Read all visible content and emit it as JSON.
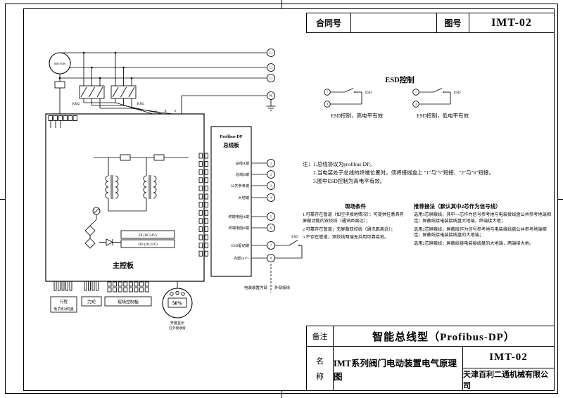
{
  "top_bar": {
    "contract_label": "合同号",
    "contract_value": "",
    "drawing_no_label": "图号",
    "drawing_no_value": "IMT-02"
  },
  "esd_section": {
    "title": "ESD控制",
    "left": {
      "esd_label": "ESD",
      "terminal_top": "7",
      "terminal_bottom": "8",
      "caption": "ESD控制，高电平有效"
    },
    "right": {
      "esd_label": "ESD",
      "terminal_top": "7",
      "terminal_bottom": "3",
      "caption": "ESD控制，低电平有效"
    }
  },
  "notes": {
    "prefix": "注：",
    "items": [
      "1.总线协议为profibus-DP。",
      "2.当电装处于总线的终端位置时，须将接线盒上 \"1\"与\"5\"短接、\"2\"与\"6\"短接。",
      "3.图中ESD控制为高电平有效。"
    ]
  },
  "conditions": {
    "left_title": "现场条件",
    "right_title": "推荐接法（默认其中2芯作为信号线）",
    "left_items": [
      "1.可靠存在管道（如空中接地情况）；可提供任意具有屏蔽功能的双绞线（通讯距离远）；",
      "2.可靠存在管道；无屏蔽双绞线（通讯距离近）；",
      "3.不存在管道；双绞线两端无共用可靠接地。"
    ],
    "right_items": [
      "选用3芯屏蔽线，其中一芯作为信号参考地与电装接线盘公共参考地端相连；屏蔽线接电装接线盘大地端，终端接大地；",
      "选用2芯屏蔽线，屏蔽层作为信号参考地与电装接线盘公共参考地端相连；屏蔽线接电装接线盘的大地端；",
      "选用2芯屏蔽线；屏蔽线接电装接线盘的大地端，两端接大地。"
    ]
  },
  "title_block": {
    "remark_label": "备注",
    "series_title": "智能总线型（Profibus-DP）",
    "name_label": "名称",
    "product_name": "IMT系列阀门电动装置电气原理图",
    "drawing_no": "IMT-02",
    "company": "天津百利二通机械有限公司"
  },
  "schematic": {
    "motor_label": "MOTOR",
    "km1_label": "KM1",
    "km2_label": "KM2",
    "phase_terminals": [
      "L1",
      "L2",
      "L3",
      "PE"
    ],
    "feed_labels": [
      "C",
      "B",
      "A"
    ],
    "main_board_label": "主控板",
    "io_box_top": "DI (DC24V)",
    "io_box_bottom": "DO (DC24V)",
    "bus_board_title": "Profibus-DP",
    "bus_board_subtitle": "总线板",
    "bus_terminals": [
      {
        "num": "1",
        "label": "总线A端"
      },
      {
        "num": "2",
        "label": "总线B端"
      },
      {
        "num": "3",
        "label": "公共参考端"
      },
      {
        "num": "4",
        "label": "大地端"
      },
      {
        "num": "5",
        "label": "终端电阻A端"
      },
      {
        "num": "6",
        "label": "终端电阻B端"
      },
      {
        "num": "7",
        "label": "ESD驱动端"
      },
      {
        "num": "8",
        "label": "内部24V+"
      }
    ],
    "esd_label": "ESD",
    "inner_label": "电装装置内部",
    "outer_label": "外部接线",
    "encoder_line1": "行程",
    "encoder_line2": "电子绝对码盘",
    "torque_label": "力矩",
    "panel_label": "现场控制板",
    "gauge_value": "50%",
    "gauge_caption": "开度显示",
    "gauge_caption2": "红外接收窗"
  }
}
